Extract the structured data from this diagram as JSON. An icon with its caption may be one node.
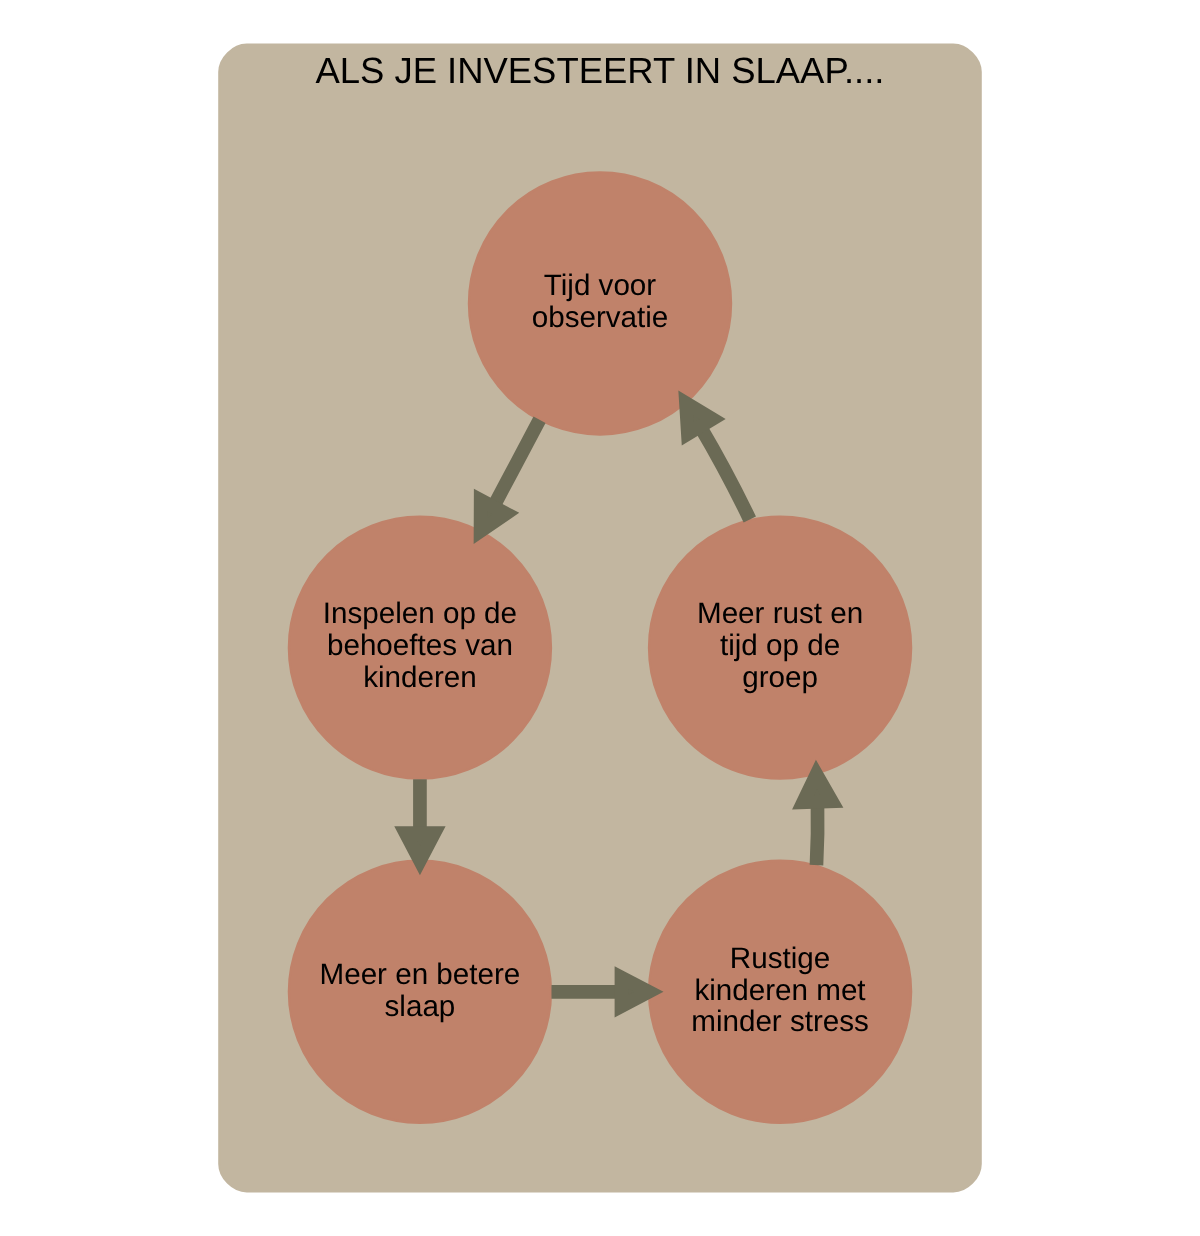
{
  "diagram": {
    "nodes": [
      {
        "text": [
          "ALS JE INVESTEERT IN SLAAP...."
        ]
      },
      {
        "text": [
          "Tijd voor observatie"
        ],
        "in": 0
      },
      {
        "text": [
          "Inspelen op de behoeftes van kinderen"
        ],
        "in": 0
      },
      {
        "text": [
          "Meer en betere slaap"
        ],
        "in": 0
      },
      {
        "text": [
          "Rustige kinderen met minder stress"
        ],
        "in": 0
      },
      {
        "text": [
          "Meer rust en tijd op de groep"
        ],
        "in": 0
      }
    ],
    "edges": [
      {
        "from": 1,
        "to": 2,
        "arrow": "to"
      },
      {
        "from": 2,
        "to": 3,
        "arrow": "to"
      },
      {
        "from": 3,
        "to": 4,
        "arrow": "to"
      },
      {
        "from": 4,
        "to": 5,
        "arrow": "to"
      },
      {
        "from": 5,
        "to": 1,
        "arrow": "to"
      }
    ]
  }
}
